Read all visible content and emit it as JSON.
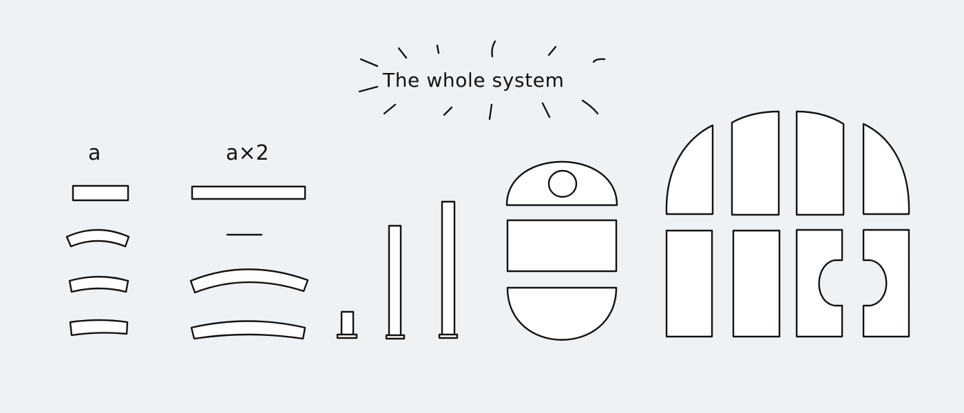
{
  "diagram": {
    "title": "The whole system",
    "column_labels": {
      "single": "a",
      "double": "a×2"
    },
    "colors": {
      "background": "#eff2f4",
      "ink": "#111111",
      "fill": "#ffffff"
    }
  }
}
